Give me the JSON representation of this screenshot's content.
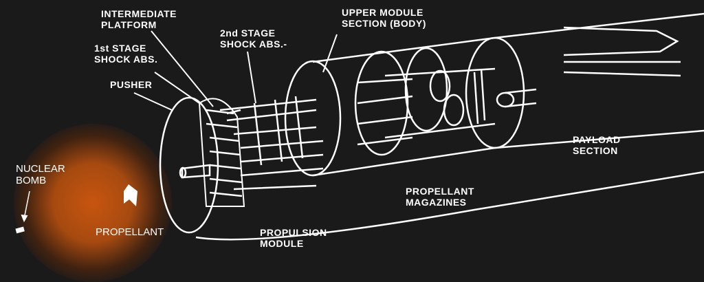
{
  "title": "Nuclear pulse propulsion vehicle cutaway",
  "labels": {
    "intermediate_platform": [
      "INTERMEDIATE",
      "PLATFORM"
    ],
    "first_stage": [
      "1st STAGE",
      "SHOCK ABS."
    ],
    "pusher": "PUSHER",
    "second_stage": [
      "2nd STAGE",
      "SHOCK ABS.-"
    ],
    "upper_module": [
      "UPPER MODULE",
      "SECTION (BODY)"
    ],
    "payload": [
      "PAYLOAD",
      "SECTION"
    ],
    "magazines": [
      "PROPELLANT",
      "MAGAZINES"
    ],
    "propulsion": [
      "PROPULSION",
      "MODULE"
    ],
    "bomb": [
      "NUCLEAR",
      "BOMB"
    ],
    "propellant": "PROPELLANT"
  },
  "colors": {
    "background": "#1a1a1a",
    "explosion": "#c8550f",
    "line": "#ffffff"
  }
}
